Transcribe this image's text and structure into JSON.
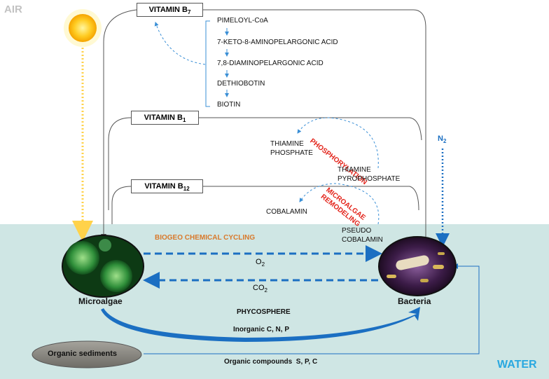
{
  "zones": {
    "air": "AIR",
    "water": "WATER"
  },
  "vitamins": {
    "b7": {
      "base": "VITAMIN B",
      "sub": "7"
    },
    "b1": {
      "base": "VITAMIN B",
      "sub": "1"
    },
    "b12": {
      "base": "VITAMIN B",
      "sub": "12"
    }
  },
  "biotin_pathway": [
    "PIMELOYL-CoA",
    "7-KETO-8-AMINOPELARGONIC ACID",
    "7,8-DIAMINOPELARGONIC ACID",
    "DETHIOBOTIN",
    "BIOTIN"
  ],
  "thiamine": {
    "product": [
      "THIAMINE",
      "PHOSPHATE"
    ],
    "process": "PHOSPHORYLATION",
    "source": [
      "THIAMINE",
      "PYROPHOSPHATE"
    ]
  },
  "cobalamin": {
    "product": "COBALAMIN",
    "process": [
      "MICROALGAE",
      "REMODELING"
    ],
    "source": [
      "PSEUDO",
      "COBALAMIN"
    ]
  },
  "nitrogen": {
    "base": "N",
    "sub": "2"
  },
  "cycling": "BIOGEO CHEMICAL CYCLING",
  "gases": {
    "o2_base": "O",
    "o2_sub": "2",
    "co2_base": "CO",
    "co2_sub": "2"
  },
  "organisms": {
    "microalgae": "Microalgae",
    "bacteria": "Bacteria"
  },
  "phycosphere": "PHYCOSPHERE",
  "inorganic": "Inorganic C, N, P",
  "sediments": "Organic sediments",
  "organic_compounds": "Organic compounds  S, P, C",
  "colors": {
    "water": "#cfe6e4",
    "blue_arrow": "#1b6fc2",
    "sun_ray": "#ffd24a",
    "red_text": "#e3241b",
    "cycling_text": "#d9792b",
    "air_text": "#c2c2c2",
    "water_text": "#29a8e0"
  },
  "icons": [
    "sun-icon",
    "microalgae-cells-image",
    "bacteria-image",
    "sediment-rock-image"
  ]
}
